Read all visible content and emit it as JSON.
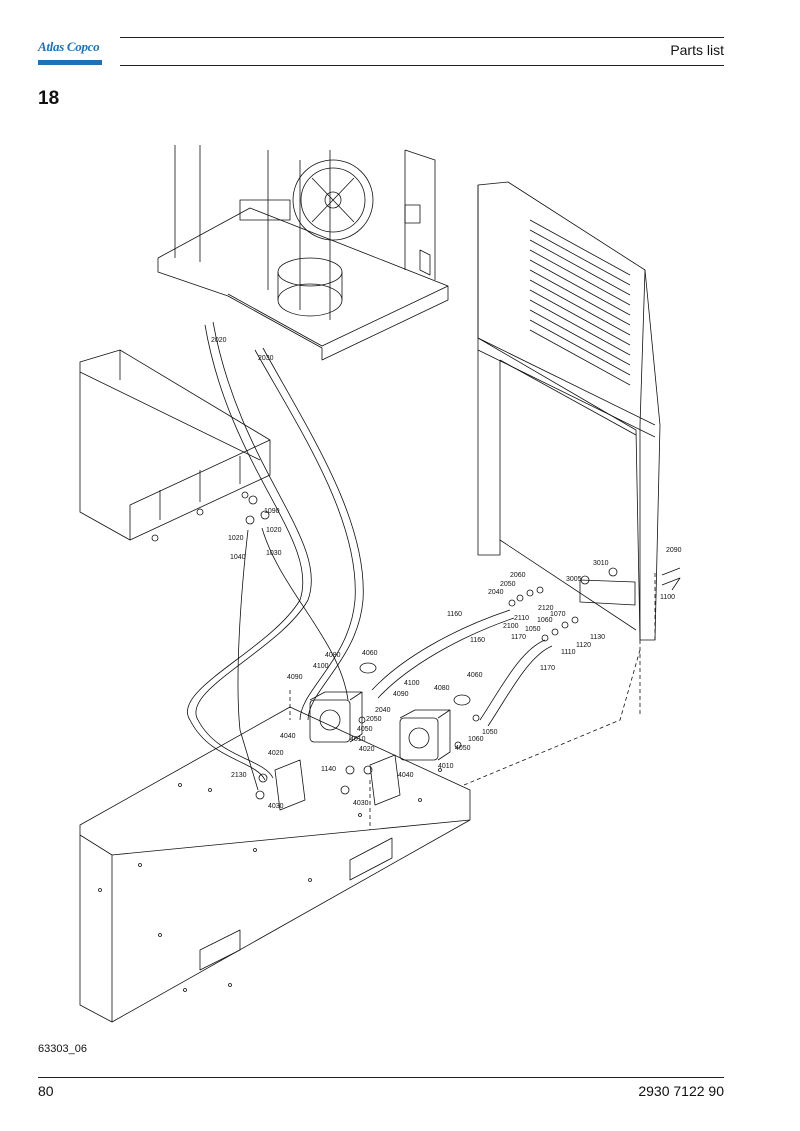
{
  "header": {
    "brand": "Atlas Copco",
    "title": "Parts list"
  },
  "section_number": "18",
  "drawing": {
    "labels": [
      "2020",
      "2030",
      "1090",
      "1020",
      "1020",
      "1040",
      "1030",
      "1160",
      "1160",
      "2090",
      "1100",
      "3010",
      "3005",
      "2060",
      "2050",
      "2040",
      "2120",
      "2110",
      "2100",
      "1070",
      "1060",
      "1050",
      "1170",
      "1130",
      "1120",
      "1110",
      "1170",
      "4060",
      "4080",
      "4100",
      "4090",
      "2040",
      "2050",
      "4050",
      "4010",
      "4040",
      "4020",
      "2130",
      "1140",
      "4020",
      "4040",
      "4030",
      "4030",
      "4060",
      "4080",
      "4100",
      "4090",
      "4050",
      "1050",
      "1060",
      "4010"
    ]
  },
  "footer": {
    "figure_ref": "63303_06",
    "page_number": "80",
    "document_number": "2930 7122 90"
  },
  "colors": {
    "brand_blue": "#1e72b8"
  }
}
